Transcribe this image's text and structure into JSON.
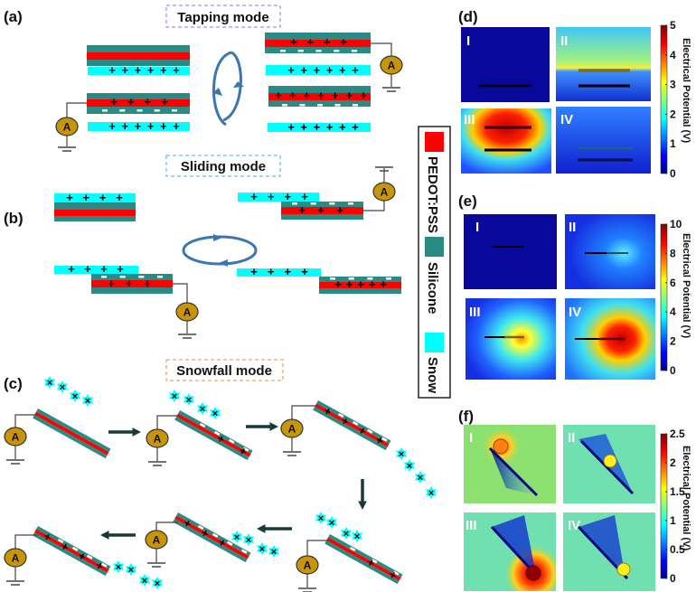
{
  "colors": {
    "pedot_pss": "#ff0000",
    "silicone": "#2a8a84",
    "snow": "#00ffff",
    "ammeter": "#c8950a",
    "wire": "#444444",
    "cycle_arrow": "#3a76b0"
  },
  "panels": {
    "a": {
      "label": "(a)",
      "mode": "Tapping mode",
      "mode_border": "#a070c8"
    },
    "b": {
      "label": "(b)",
      "mode": "Sliding mode",
      "mode_border": "#40b0e0"
    },
    "c": {
      "label": "(c)",
      "mode": "Snowfall mode",
      "mode_border": "#d89050"
    },
    "d": {
      "label": "(d)",
      "subpanels": [
        "I",
        "II",
        "III",
        "IV"
      ],
      "colorbar": {
        "title": "Electrical Potential (V)",
        "ticks": [
          "0",
          "1",
          "2",
          "3",
          "4",
          "5"
        ],
        "range": [
          0,
          5
        ]
      }
    },
    "e": {
      "label": "(e)",
      "subpanels": [
        "I",
        "II",
        "III",
        "IV"
      ],
      "colorbar": {
        "title": "Electrical Potential (V)",
        "ticks": [
          "0",
          "2",
          "4",
          "6",
          "8",
          "10"
        ],
        "range": [
          0,
          10
        ]
      }
    },
    "f": {
      "label": "(f)",
      "subpanels": [
        "I",
        "II",
        "III",
        "IV"
      ],
      "colorbar": {
        "title": "Electrical Potential (V)",
        "ticks": [
          "0",
          "0.5",
          "1",
          "1.5",
          "2",
          "2.5"
        ],
        "range": [
          0,
          2.5
        ]
      }
    }
  },
  "legend": {
    "items": [
      {
        "label": "PEDOT:PSS",
        "color": "#ff0000"
      },
      {
        "label": "Silicone",
        "color": "#2a8a84"
      },
      {
        "label": "Snow",
        "color": "#00ffff"
      }
    ]
  },
  "ammeter_label": "A",
  "charge": {
    "plus": "+",
    "minus": "-"
  }
}
